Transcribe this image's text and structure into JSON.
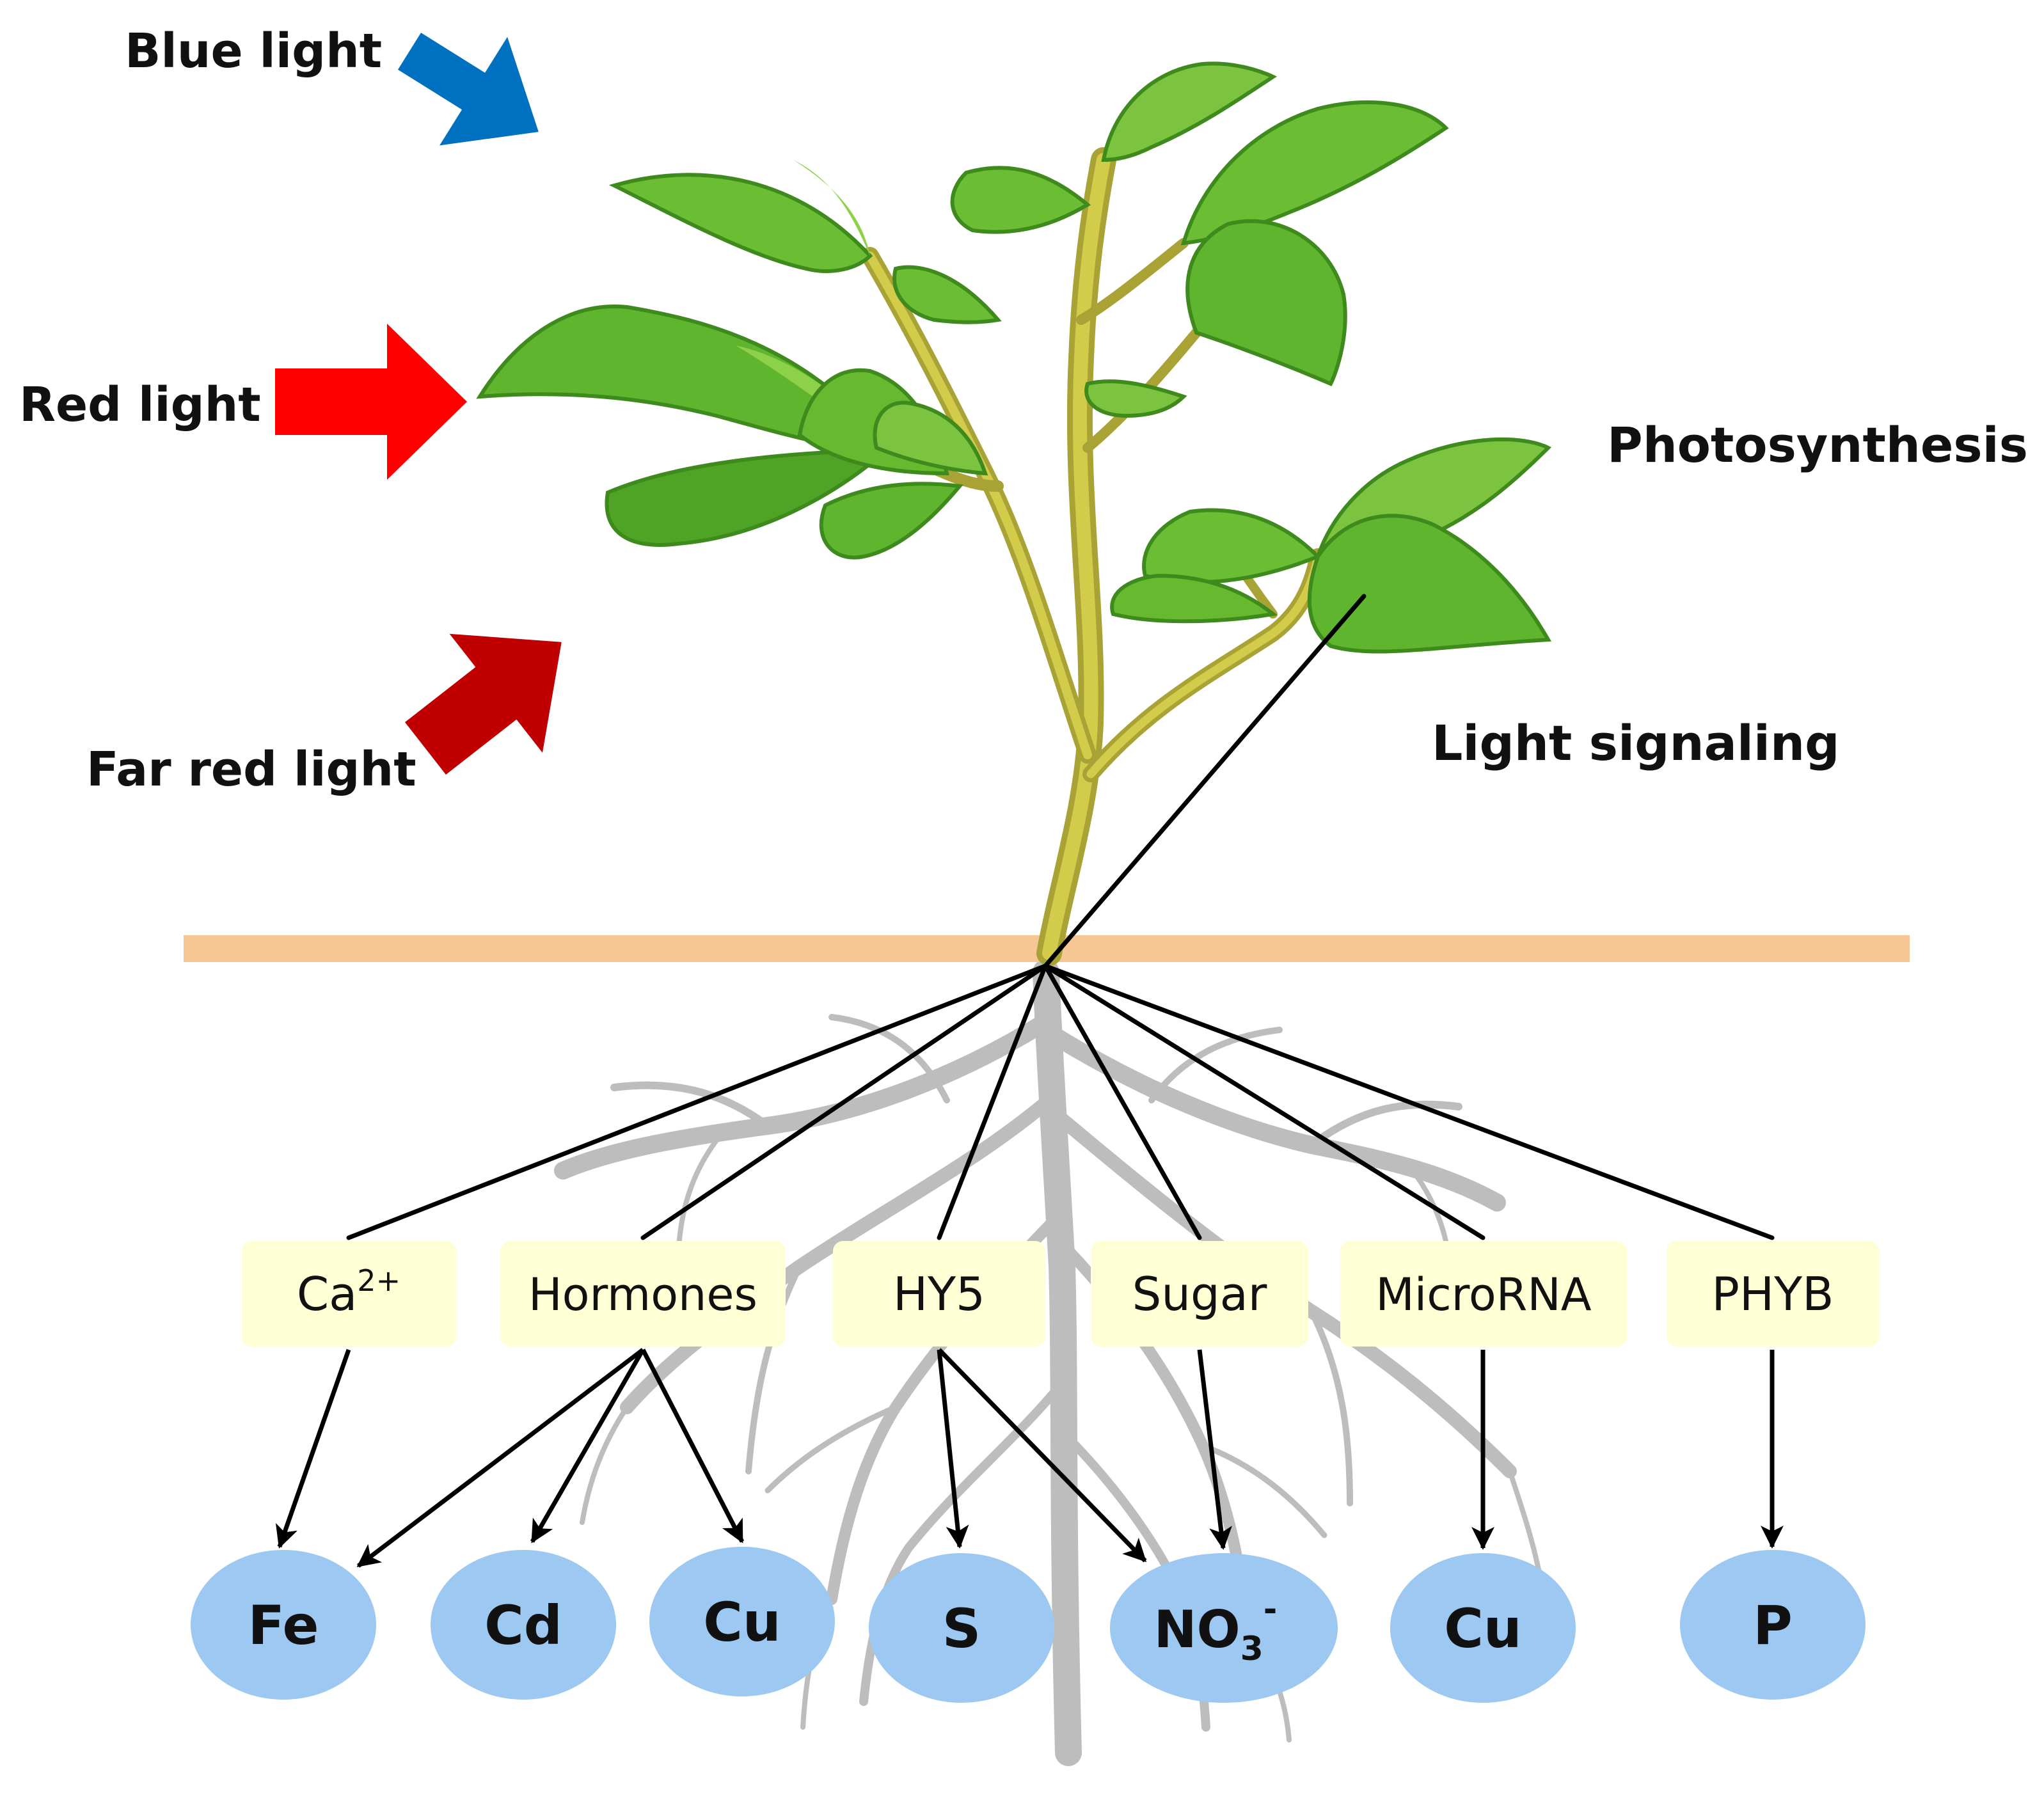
{
  "light_inputs": [
    {
      "label": "Blue light",
      "color": "#0070C0"
    },
    {
      "label": "Red light",
      "color": "#FF0000"
    },
    {
      "label": "Far red light",
      "color": "#C00000"
    }
  ],
  "process_labels": {
    "photosynthesis": "Photosynthesis",
    "light_signaling": "Light signaling"
  },
  "regulators": [
    {
      "id": "ca",
      "label": "Ca",
      "sup": "2+"
    },
    {
      "id": "hormones",
      "label": "Hormones"
    },
    {
      "id": "hy5",
      "label": "HY5"
    },
    {
      "id": "sugar",
      "label": "Sugar"
    },
    {
      "id": "microrna",
      "label": "MicroRNA"
    },
    {
      "id": "phyb",
      "label": "PHYB"
    }
  ],
  "nutrients": [
    {
      "id": "fe",
      "label": "Fe"
    },
    {
      "id": "cd",
      "label": "Cd"
    },
    {
      "id": "cu1",
      "label": "Cu"
    },
    {
      "id": "s",
      "label": "S"
    },
    {
      "id": "no3",
      "label": "NO",
      "sub": "3",
      "sup": "-"
    },
    {
      "id": "cu2",
      "label": "Cu"
    },
    {
      "id": "p",
      "label": "P"
    }
  ],
  "links": [
    {
      "from": "ca",
      "to": "fe"
    },
    {
      "from": "hormones",
      "to": "fe"
    },
    {
      "from": "hormones",
      "to": "cd"
    },
    {
      "from": "hormones",
      "to": "cu1"
    },
    {
      "from": "hy5",
      "to": "s"
    },
    {
      "from": "hy5",
      "to": "no3"
    },
    {
      "from": "sugar",
      "to": "no3"
    },
    {
      "from": "microrna",
      "to": "cu2"
    },
    {
      "from": "phyb",
      "to": "p"
    }
  ],
  "colors": {
    "leaf": "#5FB52E",
    "leaf_light": "#8CD148",
    "leaf_dark": "#3E8A1C",
    "stem": "#B9B33A",
    "soil_line": "#F7C695",
    "root": "#B8B8B8",
    "regulator_box": "#FFFFD5",
    "nutrient": "#9DC8F2",
    "line": "#000000"
  }
}
